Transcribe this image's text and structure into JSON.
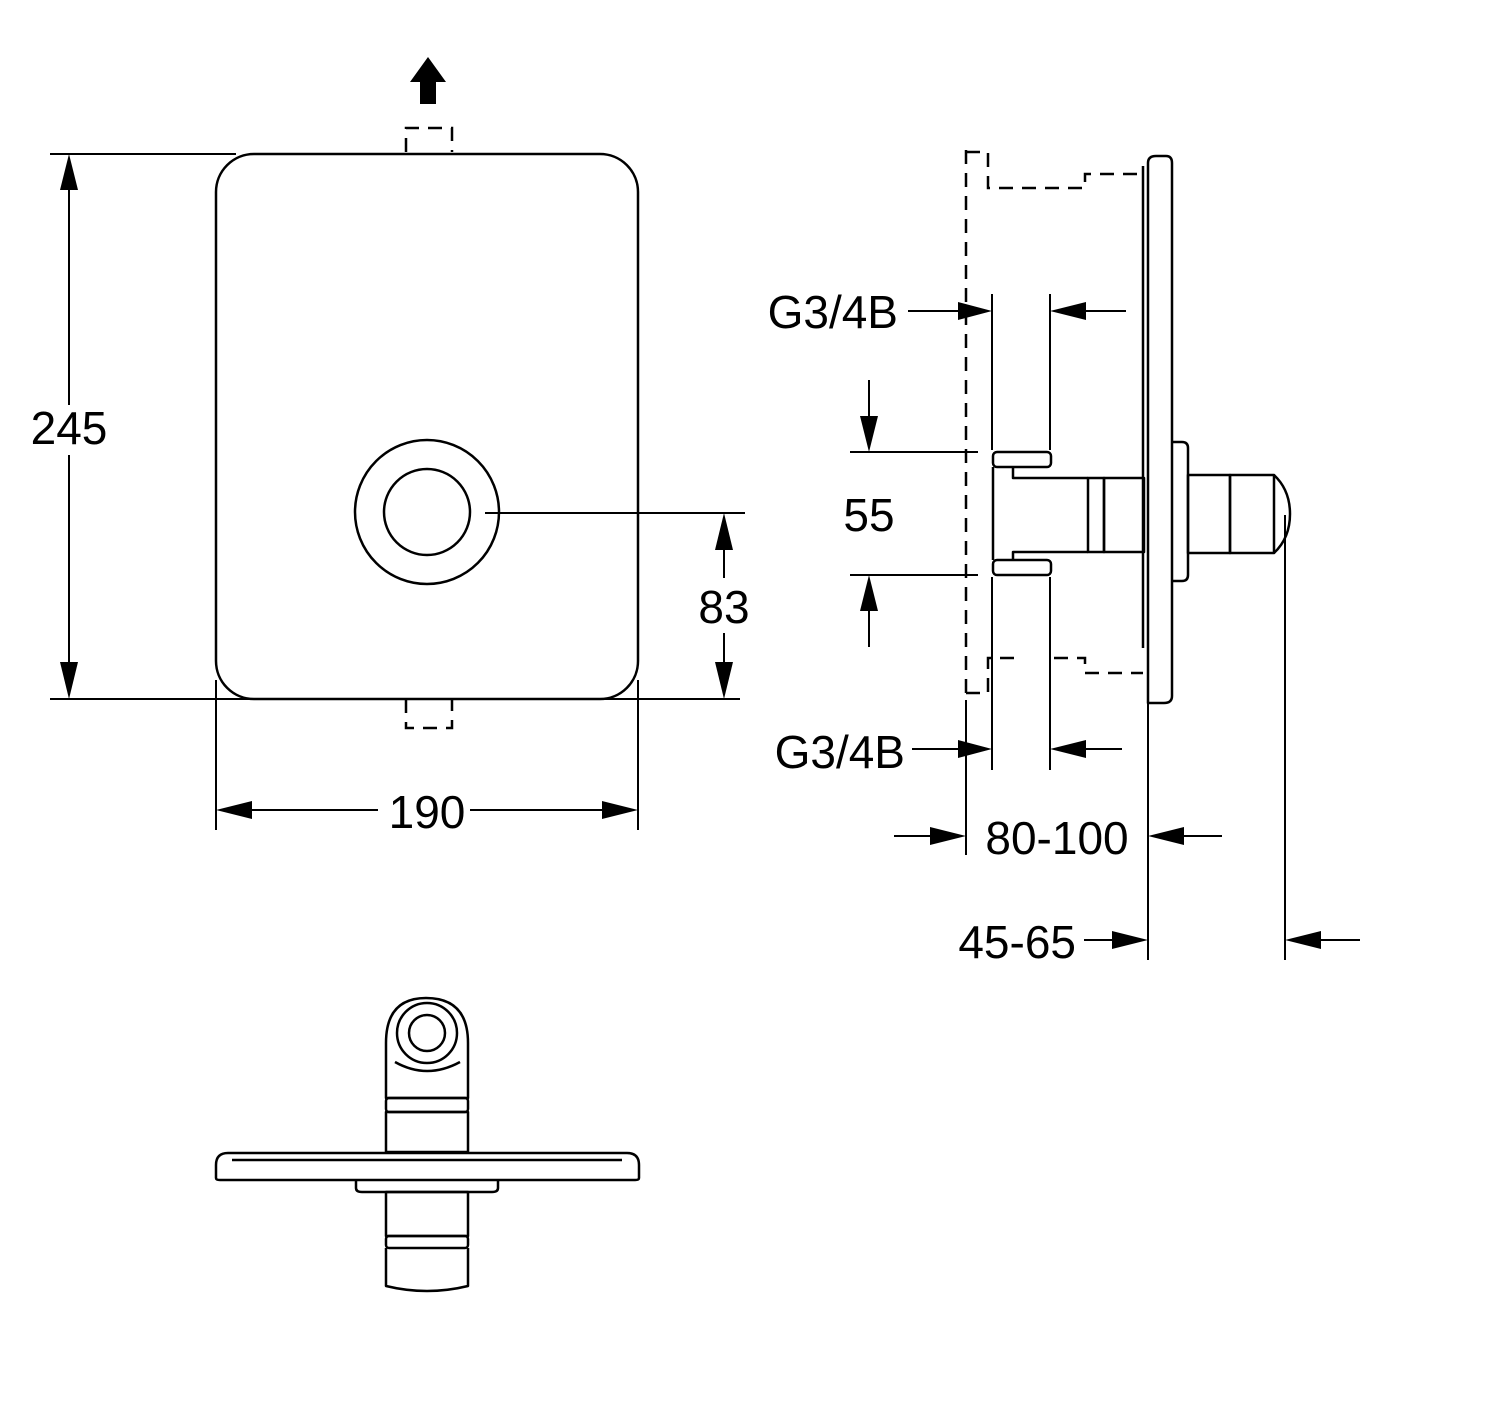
{
  "dimensions": {
    "height": "245",
    "width": "190",
    "center_height": "83",
    "spacing": "55",
    "thread_top": "G3/4B",
    "thread_bottom": "G3/4B",
    "wall_depth": "80-100",
    "projection": "45-65"
  }
}
